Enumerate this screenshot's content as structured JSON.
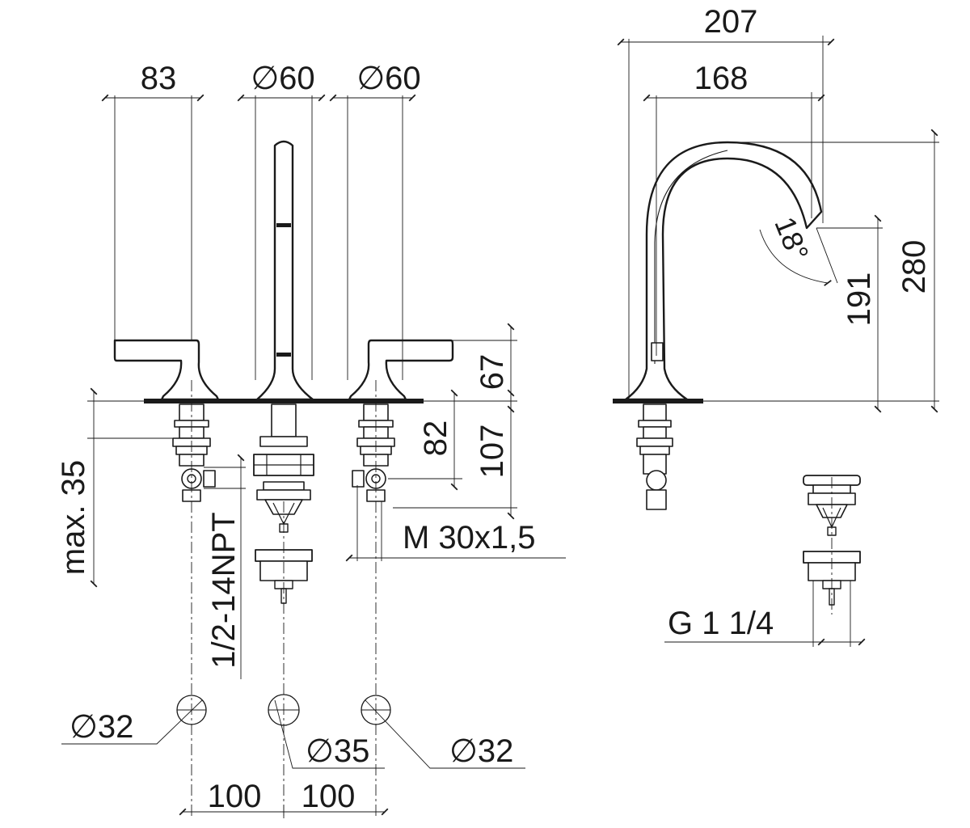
{
  "front_view": {
    "dim_top_handle_width": "83",
    "dim_spout_diameter": "∅60",
    "dim_right_body_diameter": "∅60",
    "dim_height_above_deck": "67",
    "dim_below_deck_82": "82",
    "dim_below_deck_107": "107",
    "dim_max_deck_thickness": "max. 35",
    "thread_supply": "1/2-14NPT",
    "thread_mount": "M 30x1,5",
    "hole_left": "∅32",
    "hole_center": "∅35",
    "hole_right": "∅32",
    "spacing_left": "100",
    "spacing_right": "100"
  },
  "side_view": {
    "dim_reach_overall": "207",
    "dim_reach_outlet": "168",
    "dim_total_height": "280",
    "dim_outlet_height": "191",
    "dim_outlet_angle": "18°",
    "thread_drain": "G 1 1/4"
  }
}
